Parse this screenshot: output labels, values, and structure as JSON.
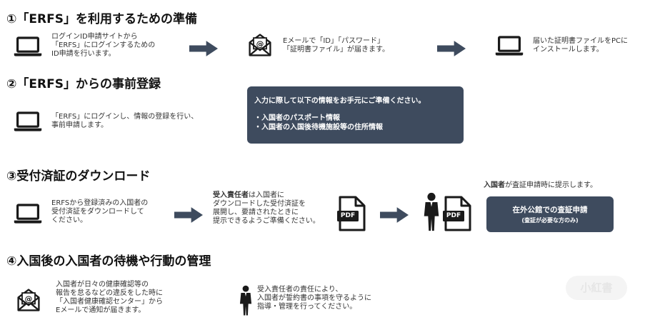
{
  "section1": {
    "heading": "①「ERFS」を利用するための準備",
    "step1": "ログインID申請サイトから\n「ERFS」にログインするための\nID申請を行います。",
    "step2": "Eメールで「ID」「パスワード」\n「証明書ファイル」が届きます。",
    "step3": "届いた証明書ファイルをPCに\nインストールします。"
  },
  "section2": {
    "heading": "②「ERFS」からの事前登録",
    "step1": "「ERFS」にログインし、情報の登録を行い、\n事前申請します。",
    "info_box": {
      "title": "入力に際して以下の情報をお手元にご準備ください。",
      "items": [
        "・入国者のパスポート情報",
        "・入国者の入国後待機施設等の住所情報"
      ]
    }
  },
  "section3": {
    "heading": "③受付済証のダウンロード",
    "step1": "ERFSから登録済みの入国者の\n受付済証をダウンロードして\nください。",
    "step2_bold": "受入責任者",
    "step2_rest": "は入国者に\nダウンロードした受付済証を\n展開し、要請されたときに\n提示できるようご準備ください。",
    "note_bold": "入国者",
    "note_rest": "が査証申請時に提示します。",
    "button": {
      "title": "在外公館での査証申請",
      "subtitle": "(査証が必要な方のみ)"
    }
  },
  "section4": {
    "heading": "④入国後の入国者の待機や行動の管理",
    "step1": "入国者が日々の健康確認等の\n報告を怠るなどの違反をした時に\n「入国者健康確認センター」から\nEメールで通知が届きます。",
    "step2": "受入責任者の責任により、\n入国者が誓約書の事項を守るように\n指導・管理を行ってください。"
  },
  "pdf_label": "PDF",
  "watermark": "小紅書",
  "icons": [
    "laptop-icon",
    "email-icon",
    "arrow-right-icon",
    "pdf-icon",
    "person-icon"
  ],
  "colors": {
    "arrow": "#3e4b5e",
    "dark": "#3e4b5e",
    "icon": "#1a1a1a"
  }
}
